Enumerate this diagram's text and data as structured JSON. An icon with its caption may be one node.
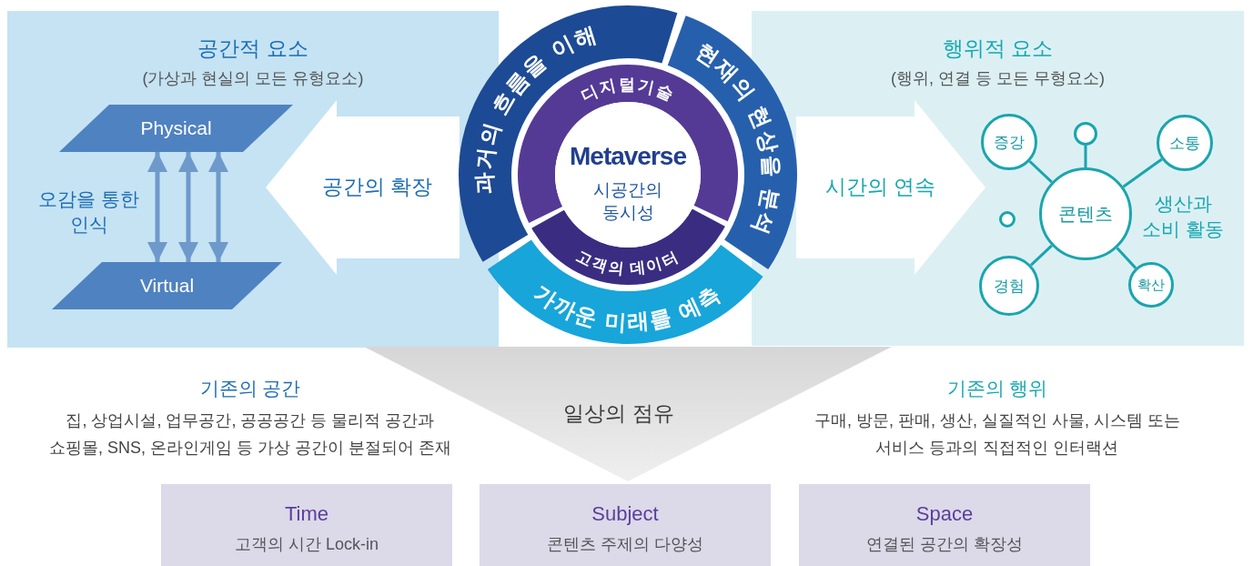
{
  "diagram": {
    "nodes": [
      {
        "text": [
          "공간적 요소",
          "(가상과 현실의 모든 유형요소)"
        ]
      },
      {
        "text": [
          "Physical"
        ],
        "in": 0
      },
      {
        "text": [
          "Virtual"
        ],
        "in": 0
      },
      {
        "text": [
          "공간의 확장"
        ],
        "in": 0
      },
      {
        "text": [
          "Metaverse",
          "시공간의 동시성"
        ]
      },
      {
        "text": [
          "행위적 요소",
          "(행위, 연결 등 모든 무형요소)"
        ]
      },
      {
        "text": [
          "시간의 연속"
        ],
        "in": 5
      },
      {
        "text": [
          "증강"
        ],
        "in": 5
      },
      {
        "text": [],
        "shape": "circle",
        "in": 5
      },
      {
        "text": [
          "소통"
        ],
        "in": 5
      },
      {
        "text": [
          "콘텐츠"
        ],
        "in": 5
      },
      {
        "text": [],
        "shape": "circle",
        "in": 5
      },
      {
        "text": [
          "경험"
        ],
        "in": 5
      },
      {
        "text": [
          "확산"
        ],
        "in": 5
      },
      {
        "text": [
          "일상의 점유"
        ]
      },
      {
        "text": [
          "Time",
          "고객의 시간 Lock-in"
        ]
      },
      {
        "text": [
          "Subject",
          "콘텐츠 주제의 다양성"
        ]
      },
      {
        "text": [
          "Space",
          "연결된 공간의 확장성"
        ]
      }
    ],
    "edges": [
      {
        "from": 1,
        "to": 2,
        "arrow": "both"
      },
      {
        "from": 1,
        "to": 2,
        "arrow": "both"
      },
      {
        "from": 1,
        "to": 2,
        "arrow": "both"
      },
      {
        "from": 10,
        "to": 7,
        "arrow": "none"
      },
      {
        "from": 10,
        "to": 8,
        "arrow": "none"
      },
      {
        "from": 10,
        "to": 9,
        "arrow": "none"
      },
      {
        "from": 10,
        "to": 12,
        "arrow": "none"
      },
      {
        "from": 10,
        "to": 13,
        "arrow": "none"
      }
    ],
    "labels": [
      "오감을 통한 인식",
      "과거의 흐름을 이해",
      "현재의 현상을 분석",
      "디지털기술",
      "고객의 데이터",
      "가까운 미래를 예측",
      "생산과 소비 활동",
      "기존의 공간",
      "집, 상업시설, 업무공간, 공공공간 등 물리적 공간과 쇼핑몰, SNS, 온라인게임 등 가상 공간이 분절되어 존재",
      "기존의 행위",
      "구매, 방문, 판매, 생산, 실질적인 사물, 시스템 또는 서비스 등과의 직접적인 인터랙션"
    ]
  }
}
